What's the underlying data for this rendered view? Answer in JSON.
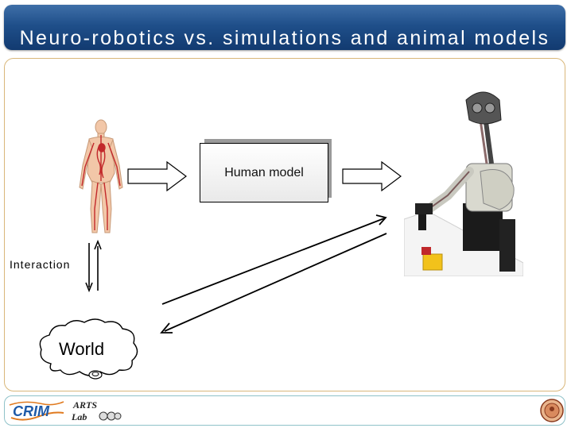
{
  "slide": {
    "title": "Neuro-robotics vs. simulations and animal models"
  },
  "diagram": {
    "human_model_label": "Human model",
    "interaction_label": "Interaction",
    "world_label": "World"
  },
  "footer": {
    "logo_left_text": "CRIM",
    "logo_arts_text": "ARTS",
    "logo_lab_text": "Lab"
  },
  "colors": {
    "title_bar": "#1f4f8a",
    "content_border": "#d9b77a",
    "footer_border": "#8fc2c9",
    "logo_blue": "#1e5aa8"
  }
}
